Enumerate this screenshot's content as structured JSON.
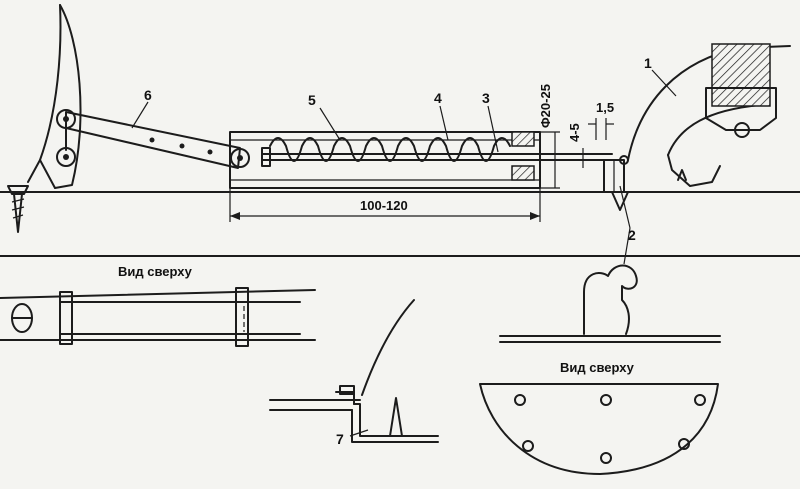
{
  "labels": {
    "part_1": "1",
    "part_2": "2",
    "part_3": "3",
    "part_4": "4",
    "part_5": "5",
    "part_6": "6",
    "part_7": "7"
  },
  "dimensions": {
    "diameter": "Φ20-25",
    "gap": "4-5",
    "thickness": "1,5",
    "length": "100-120"
  },
  "captions": {
    "top_view_left": "Вид сверху",
    "top_view_right": "Вид сверху"
  },
  "colors": {
    "ink": "#1c1c1c",
    "paper": "#f4f4f1"
  }
}
